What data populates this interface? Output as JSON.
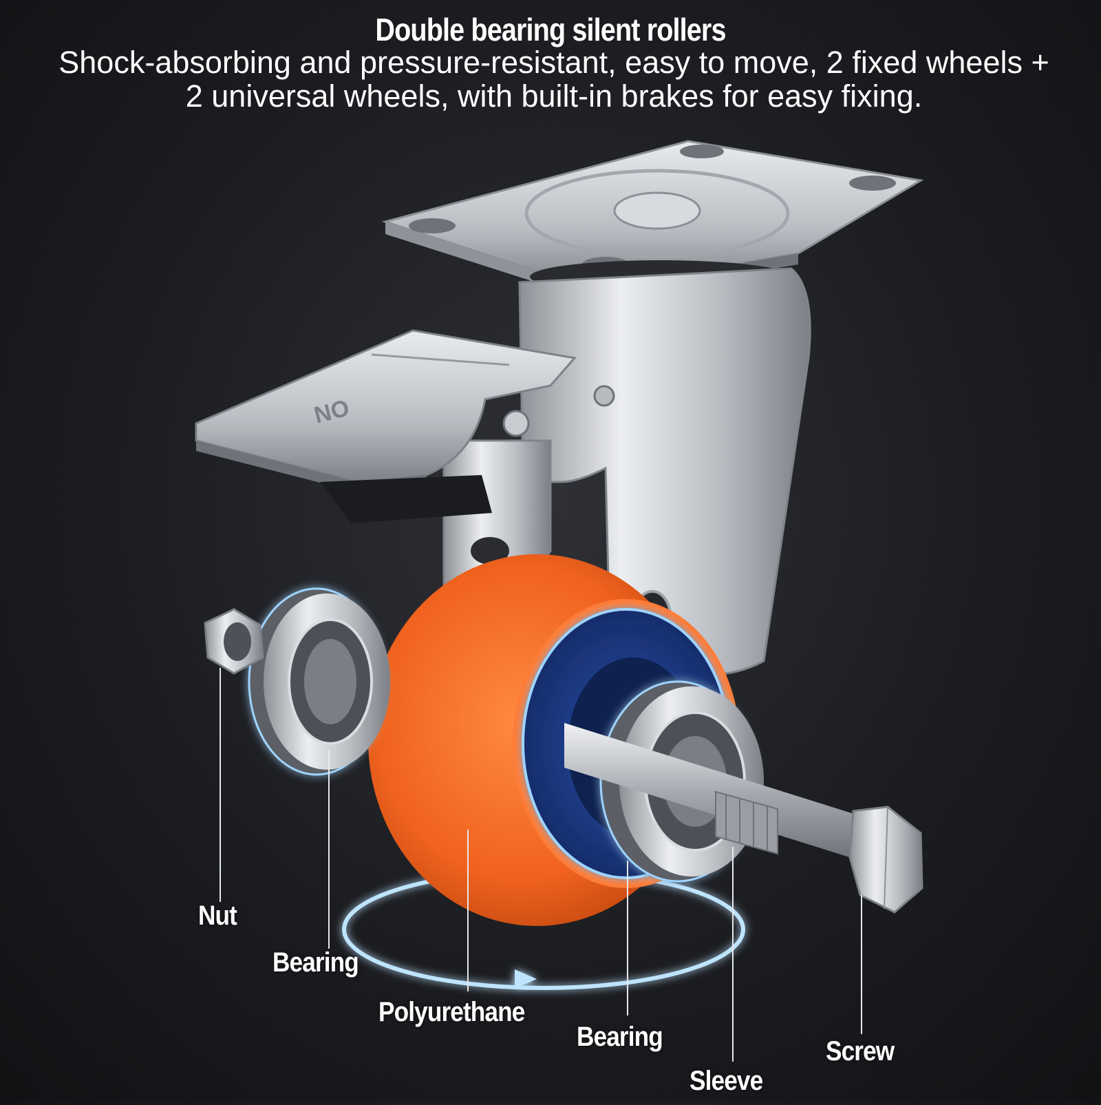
{
  "header": {
    "title": "Double bearing silent rollers",
    "description": "Shock-absorbing and pressure-resistant, easy to move, 2 fixed wheels + 2 universal wheels, with built-in brakes for easy fixing."
  },
  "labels": {
    "nut": "Nut",
    "bearing_left": "Bearing",
    "polyurethane": "Polyurethane",
    "bearing_right": "Bearing",
    "sleeve": "Sleeve",
    "screw": "Screw"
  },
  "plate_marking": "NO",
  "colors": {
    "background": "#1c1d21",
    "wheel": "#f0621e",
    "hub": "#1f3d8c",
    "metal": "#c9ccd1",
    "glow": "#8fd0ff"
  }
}
